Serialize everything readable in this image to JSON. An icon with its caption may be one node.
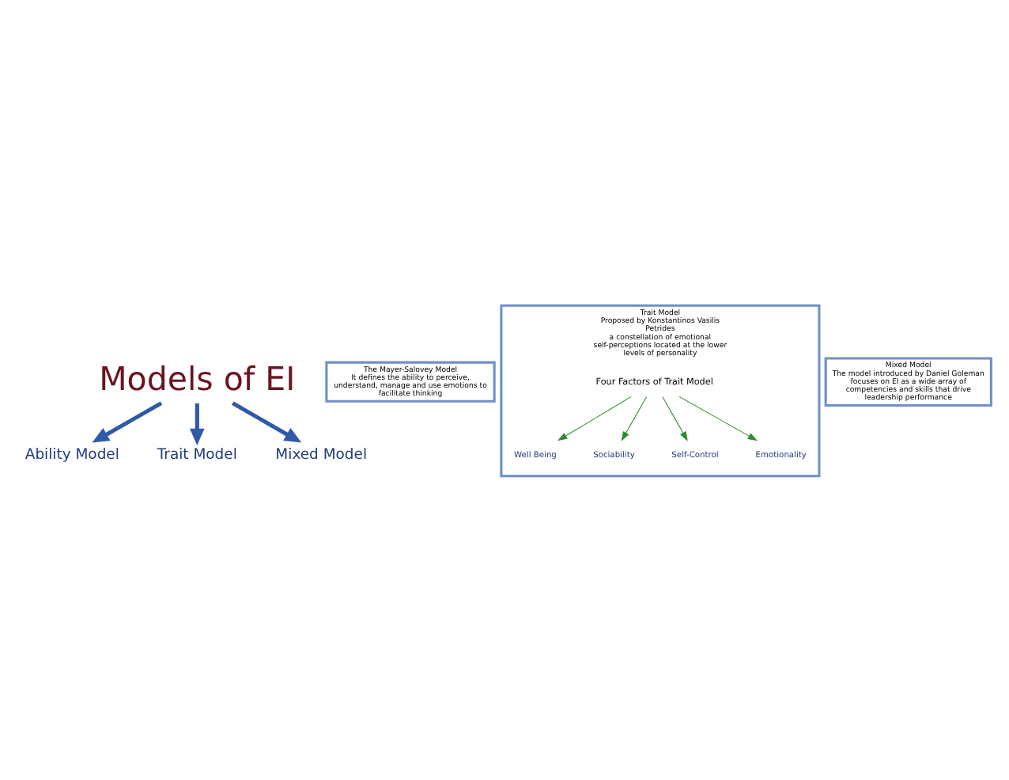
{
  "diagram": {
    "nodes": [
      {
        "text": [
          "Models of EI"
        ]
      },
      {
        "text": [
          "Ability Model"
        ]
      },
      {
        "text": [
          "Trait Model"
        ]
      },
      {
        "text": [
          "Mixed Model"
        ]
      },
      {
        "text": [
          "The Mayer-Salovey Model",
          "It defines the ability to perceive, understand, manage and use emotions to facilitate thinking"
        ]
      },
      {
        "text": [
          "Trait Model",
          "Proposed by Konstantinos Vasilis Petrides",
          "a constellation of emotional self-perceptions located at the lower levels of personality"
        ]
      },
      {
        "text": [
          "Four Factors of Trait Model"
        ],
        "in": 5
      },
      {
        "text": [
          "Well Being"
        ],
        "in": 5
      },
      {
        "text": [
          "Sociability"
        ],
        "in": 5
      },
      {
        "text": [
          "Self-Control"
        ],
        "in": 5
      },
      {
        "text": [
          "Emotionality"
        ],
        "in": 5
      },
      {
        "text": [
          "Mixed Model",
          "The model introduced by Daniel Goleman focuses on EI as a wide array of competencies and skills that drive leadership performance"
        ]
      }
    ],
    "edges": [
      {
        "from": 0,
        "to": 1,
        "arrow": "to",
        "style": "thick",
        "color": "#2f5aa8"
      },
      {
        "from": 0,
        "to": 2,
        "arrow": "to",
        "style": "thick",
        "color": "#2f5aa8"
      },
      {
        "from": 0,
        "to": 3,
        "arrow": "to",
        "style": "thick",
        "color": "#2f5aa8"
      },
      {
        "from": 6,
        "to": 7,
        "arrow": "to",
        "color": "#2e8b2e"
      },
      {
        "from": 6,
        "to": 8,
        "arrow": "to",
        "color": "#2e8b2e"
      },
      {
        "from": 6,
        "to": 9,
        "arrow": "to",
        "color": "#2e8b2e"
      },
      {
        "from": 6,
        "to": 10,
        "arrow": "to",
        "color": "#2e8b2e"
      }
    ]
  }
}
